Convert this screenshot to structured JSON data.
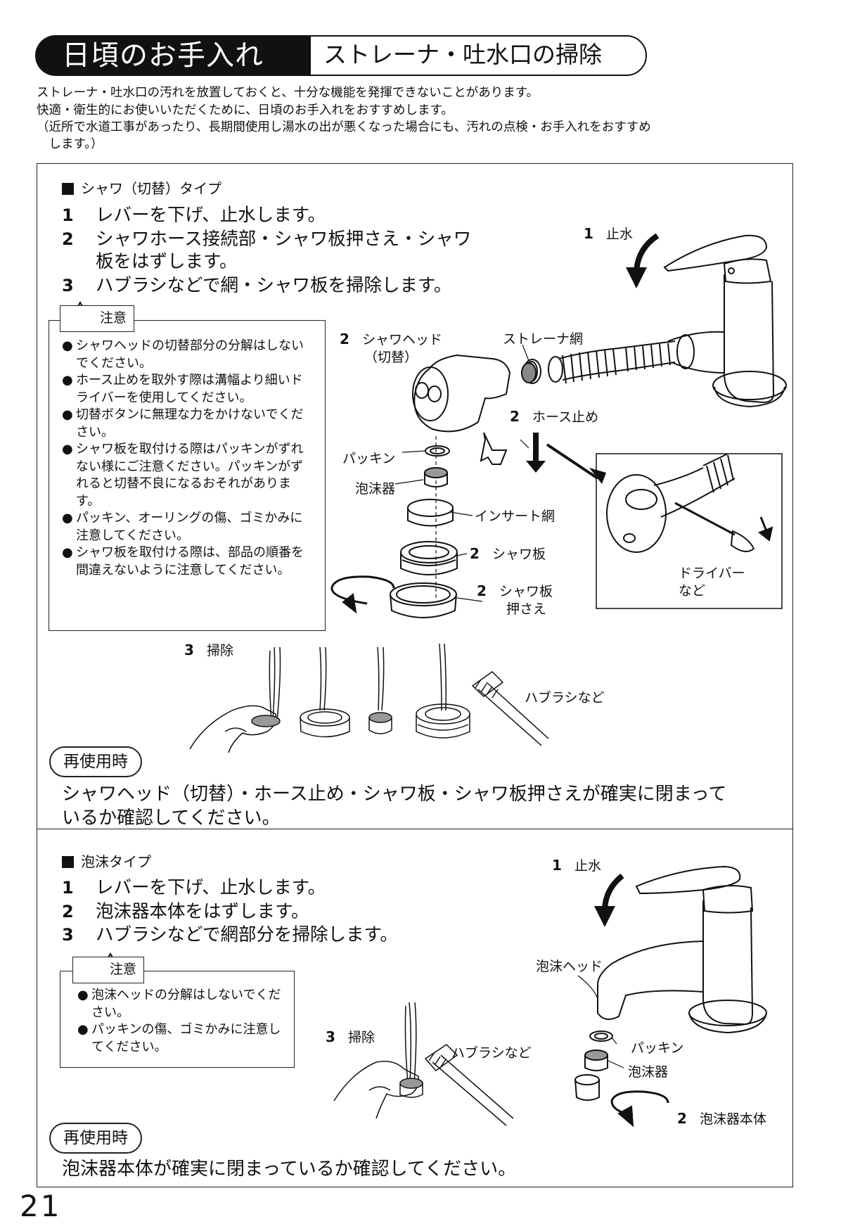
{
  "header": {
    "title": "日頃のお手入れ",
    "subtitle": "ストレーナ・吐水口の掃除"
  },
  "intro": [
    "ストレーナ・吐水口の汚れを放置しておくと、十分な機能を発揮できないことがあります。",
    "快適・衛生的にお使いいただくために、日頃のお手入れをおすすめします。",
    "（近所で水道工事があったり、長期間使用し湯水の出が悪くなった場合にも、汚れの点検・お手入れをおすすめ",
    "　します。）"
  ],
  "shower": {
    "title": "シャワ（切替）タイプ",
    "steps": [
      {
        "num": "1",
        "text": "レバーを下げ、止水します。"
      },
      {
        "num": "2",
        "text": "シャワホース接続部・シャワ板押さえ・シャワ"
      },
      {
        "num": "",
        "text": "板をはずします。"
      },
      {
        "num": "3",
        "text": "ハブラシなどで網・シャワ板を掃除します。"
      }
    ],
    "caution_label": "注意",
    "cautions": [
      "シャワヘッドの切替部分の分解はしないでください。",
      "ホース止めを取外す際は溝幅より細いドライバーを使用してください。",
      "切替ボタンに無理な力をかけないでください。",
      "シャワ板を取付ける際はパッキンがずれない様にご注意ください。パッキンがずれると切替不良になるおそれがあります。",
      "パッキン、オーリングの傷、ゴミかみに注意してください。",
      "シャワ板を取付ける際は、部品の順番を間違えないように注意してください。"
    ],
    "labels": {
      "stop_num": "1",
      "stop": "止水",
      "head_num": "2",
      "head": "シャワヘッド",
      "head_sub": "（切替）",
      "strainer": "ストレーナ網",
      "hose_num": "2",
      "hose": "ホース止め",
      "packing": "パッキン",
      "aerator": "泡沫器",
      "insert": "インサート網",
      "plate_num": "2",
      "plate": "シャワ板",
      "holder_num": "2",
      "holder": "シャワ板",
      "holder_sub": "押さえ",
      "driver": "ドライバー",
      "driver_sub": "など",
      "clean_num": "3",
      "clean": "掃除",
      "brush": "ハブラシなど"
    },
    "reuse_label": "再使用時",
    "reuse_text": [
      "シャワヘッド（切替）・ホース止め・シャワ板・シャワ板押さえが確実に閉まって",
      "いるか確認してください。"
    ]
  },
  "foam": {
    "title": "泡沫タイプ",
    "steps": [
      {
        "num": "1",
        "text": "レバーを下げ、止水します。"
      },
      {
        "num": "2",
        "text": "泡沫器本体をはずします。"
      },
      {
        "num": "3",
        "text": "ハブラシなどで網部分を掃除します。"
      }
    ],
    "caution_label": "注意",
    "cautions": [
      "泡沫ヘッドの分解はしないでください。",
      "パッキンの傷、ゴミかみに注意してください。"
    ],
    "labels": {
      "stop_num": "1",
      "stop": "止水",
      "head": "泡沫ヘッド",
      "packing": "パッキン",
      "aerator": "泡沫器",
      "body_num": "2",
      "body": "泡沫器本体",
      "clean_num": "3",
      "clean": "掃除",
      "brush": "ハブラシなど"
    },
    "reuse_label": "再使用時",
    "reuse_text": [
      "泡沫器本体が確実に閉まっているか確認してください。"
    ]
  },
  "page_number": "21"
}
